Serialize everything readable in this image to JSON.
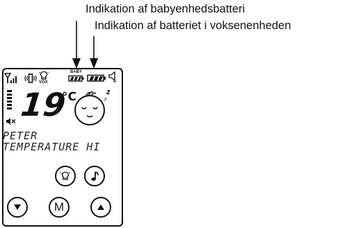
{
  "callouts": {
    "baby_battery": "Indikation af babyenhedsbatteri",
    "parent_battery": "Indikation af batteriet i voksenenheden"
  },
  "display": {
    "temperature": "19",
    "unit": "°C",
    "vox_label": "VOX",
    "baby_label": "BABY",
    "sleep_z": "z",
    "line1": "PETER",
    "line2": "TEMPERATURE HI"
  },
  "buttons": {
    "menu_label": "M"
  },
  "icons": [
    "antenna-signal-icon",
    "vibrate-icon",
    "nightlight-icon",
    "baby-battery-icon",
    "parent-battery-icon",
    "speaker-icon",
    "volume-level-icon",
    "mute-icon",
    "sleeping-baby-icon",
    "music-note-icon",
    "arrow-down-icon",
    "arrow-up-icon"
  ]
}
